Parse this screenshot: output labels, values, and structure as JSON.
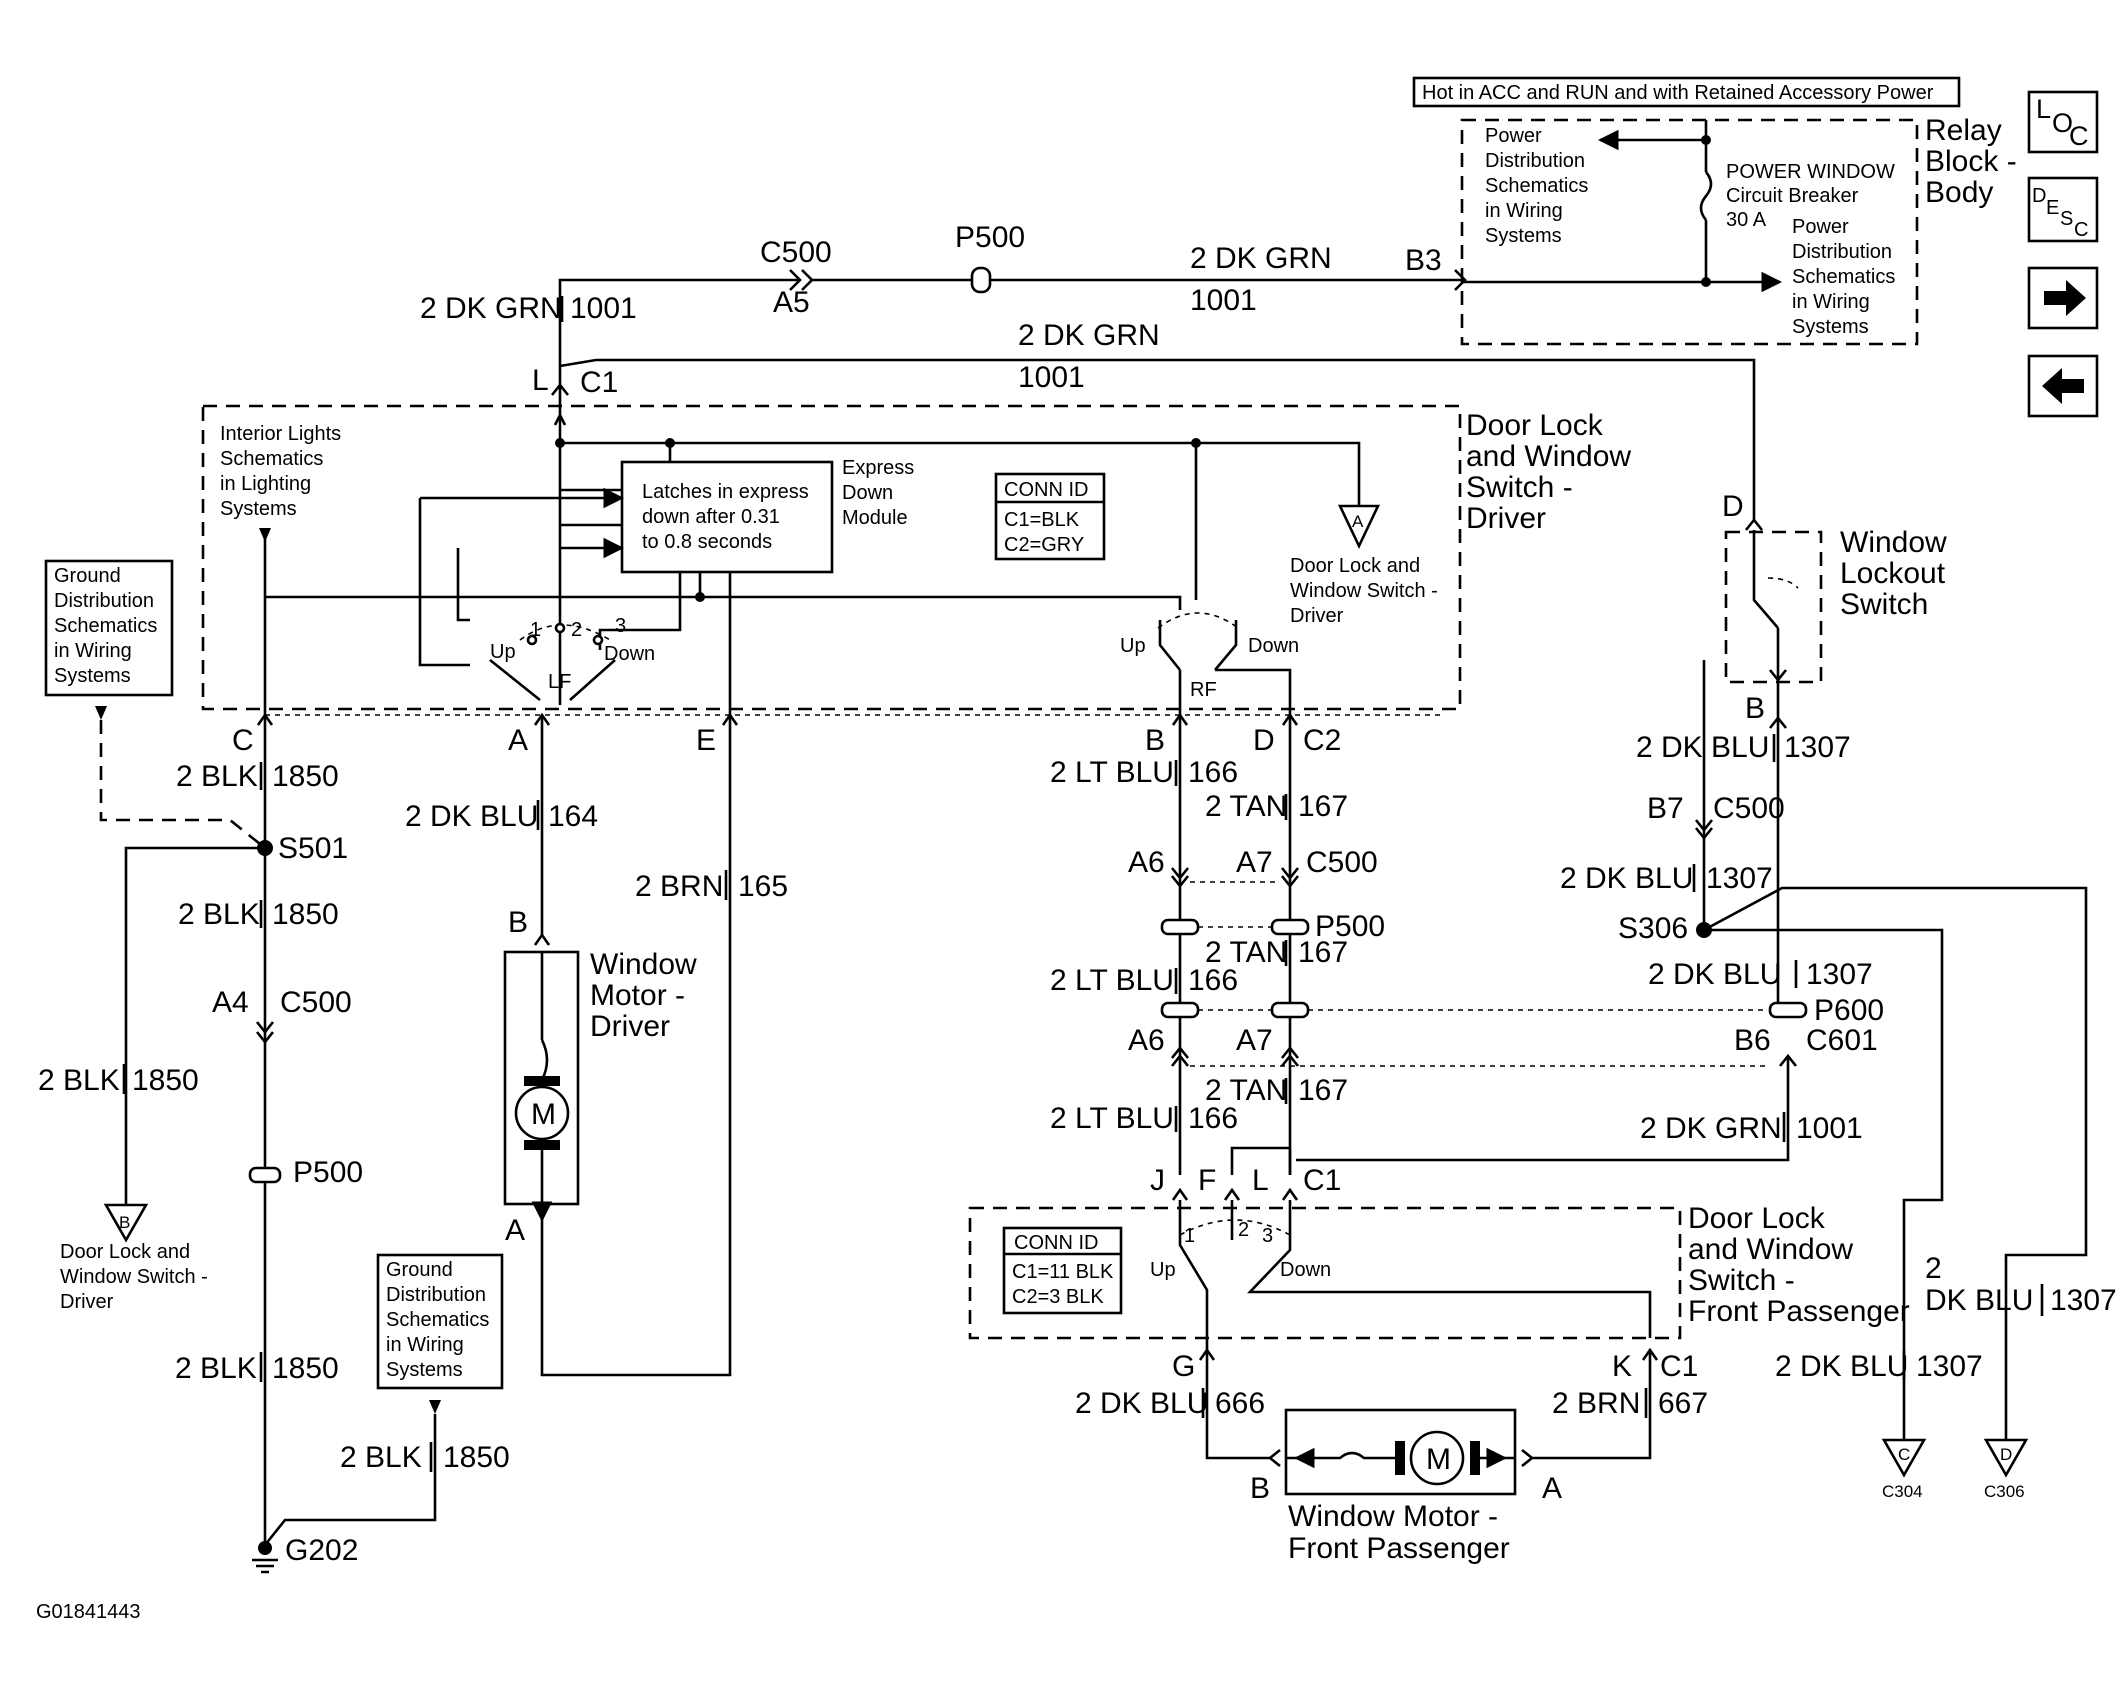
{
  "diagram_id": "G01841443",
  "power_banner": "Hot in ACC and RUN and with Retained Accessory Power",
  "relay_block": {
    "title": [
      "Relay",
      "Block -",
      "Body"
    ],
    "power_dist_left": [
      "Power",
      "Distribution",
      "Schematics",
      "in Wiring",
      "Systems"
    ],
    "power_dist_right": [
      "Power",
      "Distribution",
      "Schematics",
      "in Wiring",
      "Systems"
    ],
    "breaker": [
      "POWER WINDOW",
      "Circuit Breaker",
      "30 A"
    ],
    "pin": "B3"
  },
  "nav": {
    "loc": "LOC",
    "desc": "DESC"
  },
  "top_wiring": {
    "c500": "C500",
    "a5": "A5",
    "p500": "P500",
    "wire_top": "2 DK GRN",
    "circ_top": "1001",
    "wire_left": "2 DK GRN",
    "circ_left": "1001",
    "wire_mid": "2 DK GRN",
    "circ_mid": "1001",
    "pin_l": "L",
    "c1": "C1"
  },
  "driver_switch": {
    "title": [
      "Door Lock",
      "and Window",
      "Switch -",
      "Driver"
    ],
    "interior_lights": [
      "Interior Lights",
      "Schematics",
      "in Lighting",
      "Systems"
    ],
    "express_text": [
      "Latches in express",
      "down after 0.31",
      "to 0.8 seconds"
    ],
    "express_label": [
      "Express",
      "Down",
      "Module"
    ],
    "conn_id": [
      "CONN ID",
      "C1=BLK",
      "C2=GRY"
    ],
    "ref_a_label": "A",
    "ref_a_text": [
      "Door Lock and",
      "Window Switch -",
      "Driver"
    ],
    "up": "Up",
    "down": "Down",
    "lf": "LF",
    "up_rf": "Up",
    "down_rf": "Down",
    "rf": "RF",
    "n1": "1",
    "n2": "2",
    "n3": "3",
    "pin_c": "C",
    "pin_a": "A",
    "pin_e": "E",
    "pin_b": "B",
    "pin_d": "D",
    "c2": "C2"
  },
  "ground_ref_1": [
    "Ground",
    "Distribution",
    "Schematics",
    "in Wiring",
    "Systems"
  ],
  "ground_ref_2": [
    "Ground",
    "Distribution",
    "Schematics",
    "in Wiring",
    "Systems"
  ],
  "left_wiring": {
    "w1": "2 BLK",
    "c1": "1850",
    "s501": "S501",
    "w2": "2 BLK",
    "c2": "1850",
    "a4": "A4",
    "c500": "C500",
    "w3": "2 BLK",
    "c3": "1850",
    "p500": "P500",
    "ref_b": "B",
    "ref_b_text": [
      "Door Lock and",
      "Window Switch -",
      "Driver"
    ],
    "w4": "2 BLK",
    "c4": "1850",
    "w5": "2 BLK",
    "c5": "1850",
    "g202": "G202"
  },
  "driver_motor": {
    "w164": "2 DK BLU",
    "c164": "164",
    "w165": "2 BRN",
    "c165": "165",
    "pin_b": "B",
    "pin_a": "A",
    "m": "M",
    "title": [
      "Window",
      "Motor -",
      "Driver"
    ]
  },
  "center_wiring": {
    "w166": "2 LT BLU",
    "c166": "166",
    "w167": "2 TAN",
    "c167": "167",
    "a6": "A6",
    "a7": "A7",
    "c500": "C500",
    "p500": "P500",
    "w167b": "2 TAN",
    "c167b": "167",
    "w166b": "2 LT BLU",
    "c166b": "166",
    "a6b": "A6",
    "a7b": "A7",
    "w167c": "2 TAN",
    "c167c": "167",
    "w166c": "2 LT BLU",
    "c166c": "166"
  },
  "lockout": {
    "pin_d": "D",
    "title": [
      "Window",
      "Lockout",
      "Switch"
    ],
    "pin_b": "B",
    "w1": "2 DK BLU",
    "c1": "1307",
    "b7": "B7",
    "c500": "C500",
    "w2": "2 DK BLU",
    "c2": "1307",
    "s306": "S306",
    "w3": "2 DK BLU",
    "c3": "1307",
    "p600": "P600",
    "b6": "B6",
    "c601": "C601",
    "w4": "2 DK GRN",
    "c4": "1001",
    "w5a": "2",
    "w5b": "DK BLU",
    "c5": "1307",
    "w6": "2 DK BLU",
    "c6": "1307",
    "ref_c": "C",
    "c304": "C304",
    "ref_d": "D",
    "c306": "C306"
  },
  "passenger_switch": {
    "title": [
      "Door Lock",
      "and Window",
      "Switch -",
      "Front Passenger"
    ],
    "conn_id": [
      "CONN ID",
      "C1=11 BLK",
      "C2=3 BLK"
    ],
    "pin_j": "J",
    "pin_f": "F",
    "pin_l": "L",
    "c1": "C1",
    "n1": "1",
    "n2": "2",
    "n3": "3",
    "up": "Up",
    "down": "Down",
    "pin_g": "G",
    "pin_k": "K",
    "c1b": "C1"
  },
  "passenger_motor": {
    "w666": "2 DK BLU",
    "c666": "666",
    "w667": "2 BRN",
    "c667": "667",
    "pin_b": "B",
    "pin_a": "A",
    "m": "M",
    "title": [
      "Window Motor -",
      "Front Passenger"
    ]
  }
}
